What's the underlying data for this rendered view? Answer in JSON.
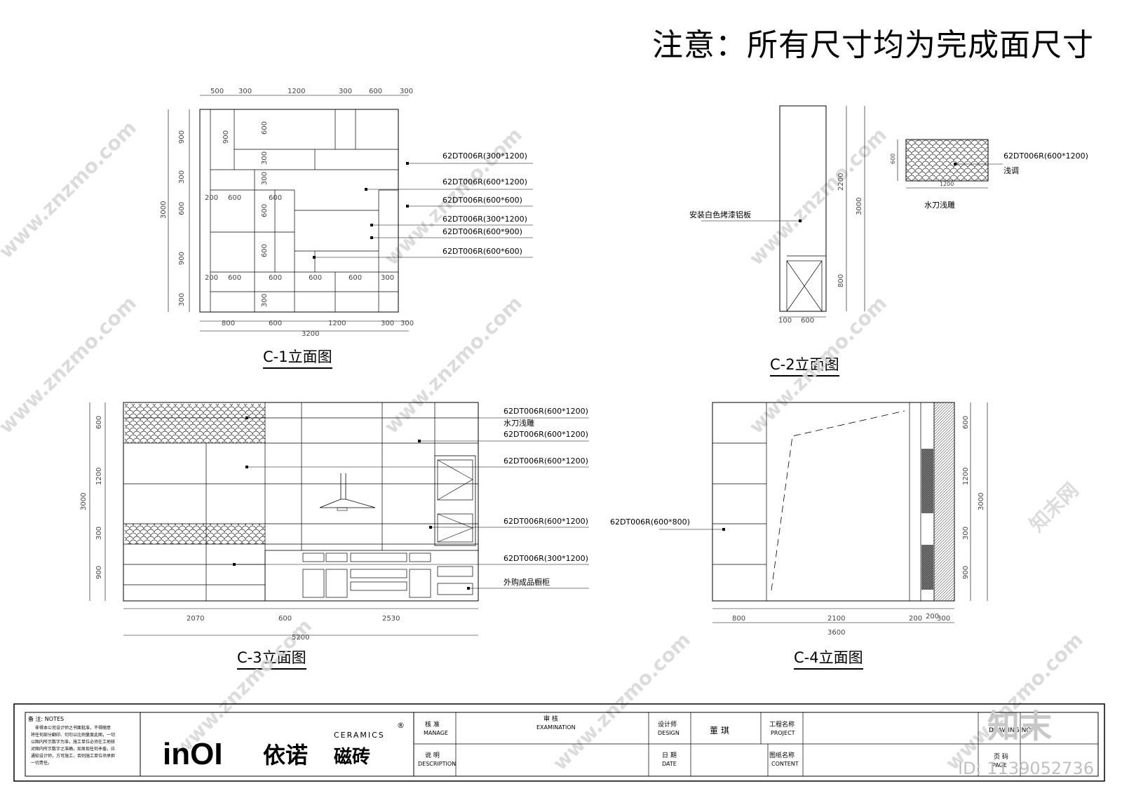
{
  "note": "注意：所有尺寸均为完成面尺寸",
  "titles": {
    "c1": "C-1立面图",
    "c2": "C-2立面图",
    "c3": "C-3立面图",
    "c4": "C-4立面图"
  },
  "c1": {
    "top_dims": [
      "500",
      "300",
      "1200",
      "300",
      "600",
      "300"
    ],
    "left_outer": [
      "900",
      "300",
      "600",
      "900",
      "300"
    ],
    "left_total": "3000",
    "inner_v": [
      "900",
      "600",
      "300",
      "300",
      "600",
      "600",
      "300"
    ],
    "row1": [
      "200",
      "600",
      "600"
    ],
    "row2": [
      "200",
      "600",
      "600",
      "600",
      "600",
      "300"
    ],
    "bottom_dims": [
      "800",
      "600",
      "1200",
      "300",
      "300"
    ],
    "bottom_total": "3200",
    "labels": [
      "62DT006R(300*1200)",
      "62DT006R(600*1200)",
      "62DT006R(600*600)",
      "62DT006R(300*1200)",
      "62DT006R(600*900)",
      "62DT006R(600*600)"
    ]
  },
  "c2": {
    "panel_label": "安装白色烤漆铝板",
    "right_dims": [
      "2200",
      "800"
    ],
    "right_total": "3000",
    "bottom_dims": [
      "100",
      "600"
    ],
    "tile_label": "62DT006R(600*1200)",
    "tile_sub": "浅调",
    "tile_w": "1200",
    "tile_h": "600",
    "tile_caption": "水刀浅雕"
  },
  "c3": {
    "left_dims": [
      "600",
      "1200",
      "300",
      "900"
    ],
    "left_total": "3000",
    "labels": [
      "62DT006R(600*1200)",
      "水刀浅雕",
      "62DT006R(600*1200)",
      "62DT006R(600*1200)",
      "62DT006R(600*1200)",
      "62DT006R(300*1200)",
      "外购成品橱柜"
    ],
    "bottom_dims": [
      "2070",
      "600",
      "2530"
    ],
    "bottom_total": "5200"
  },
  "c4": {
    "label": "62DT006R(600*800)",
    "right_dims": [
      "600",
      "1200",
      "300",
      "900"
    ],
    "right_total": "3000",
    "bottom_dims": [
      "800",
      "2100",
      "200",
      "200",
      "300"
    ],
    "bottom_total": "3600"
  },
  "title_block": {
    "notes_title": "备 注: NOTES",
    "notes_body": [
      "非得本公司设计师之书面批准，不得随意",
      "将任何部分翻印、切勿以比例量度此图，一切",
      "以图内所示数字为准，施工单位必须在工地核",
      "对图内所示数字之准确，如发现任何矛盾，应",
      "通知设计师，方可施工，否则施工单位须承担",
      "一切责任。"
    ],
    "logo_inoi": "inOI",
    "logo_cn": "依诺",
    "logo_ceramics": "CERAMICS",
    "logo_tile": "磁砖",
    "check_cn": "核 准",
    "check_en": "MANAGE",
    "exam_cn": "审 核",
    "exam_en": "EXAMINATION",
    "designer_cn": "设计师",
    "designer_en": "DESIGN",
    "designer_name": "董 琪",
    "project_cn": "工程名称",
    "project_en": "PROJECT",
    "drawing_no": "DRAWING NO.",
    "desc_cn": "说 明",
    "desc_en": "DESCRIPTION",
    "date_cn": "日 期",
    "date_en": "DATE",
    "content_cn": "图纸名称",
    "content_en": "CONTENT",
    "page_cn": "页 码",
    "page_en": "PAGE"
  },
  "watermark": {
    "site": "www.znzmo.com",
    "brand": "知末网",
    "logo": "知末",
    "id": "ID: 1139052736"
  }
}
